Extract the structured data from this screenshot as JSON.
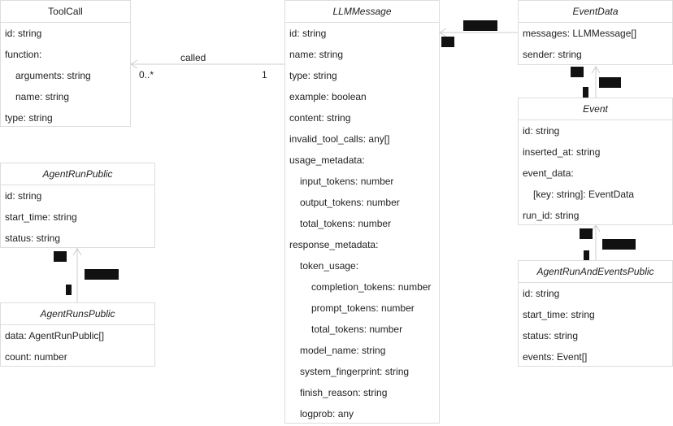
{
  "classes": {
    "toolcall": {
      "title": "ToolCall",
      "rows": [
        "id: string",
        "function:",
        "arguments: string",
        "name: string",
        "type: string"
      ]
    },
    "llmmessage": {
      "title": "LLMMessage",
      "rows": [
        "id: string",
        "name: string",
        "type: string",
        "example: boolean",
        "content: string",
        "invalid_tool_calls: any[]",
        "usage_metadata:",
        "input_tokens: number",
        "output_tokens: number",
        "total_tokens: number",
        "response_metadata:",
        "token_usage:",
        "completion_tokens: number",
        "prompt_tokens: number",
        "total_tokens: number",
        "model_name: string",
        "system_fingerprint: string",
        "finish_reason: string",
        "logprob: any"
      ]
    },
    "eventdata": {
      "title": "EventData",
      "rows": [
        "messages: LLMMessage[]",
        "sender: string"
      ]
    },
    "event": {
      "title": "Event",
      "rows": [
        "id: string",
        "inserted_at: string",
        "event_data:",
        "[key: string]: EventData",
        "run_id: string"
      ]
    },
    "agentrunpublic": {
      "title": "AgentRunPublic",
      "rows": [
        "id: string",
        "start_time: string",
        "status: string"
      ]
    },
    "agentrunspublic": {
      "title": "AgentRunsPublic",
      "rows": [
        "data: AgentRunPublic[]",
        "count: number"
      ]
    },
    "agentruneventspublic": {
      "title": "AgentRunAndEventsPublic",
      "rows": [
        "id: string",
        "start_time: string",
        "status: string",
        "events: Event[]"
      ]
    }
  },
  "relations": {
    "called": {
      "label": "called",
      "source_mult": "0..*",
      "target_mult": "1"
    }
  },
  "colors": {
    "border": "#dddddd",
    "line": "#cccccc",
    "text": "#222222",
    "redaction": "#111111"
  }
}
